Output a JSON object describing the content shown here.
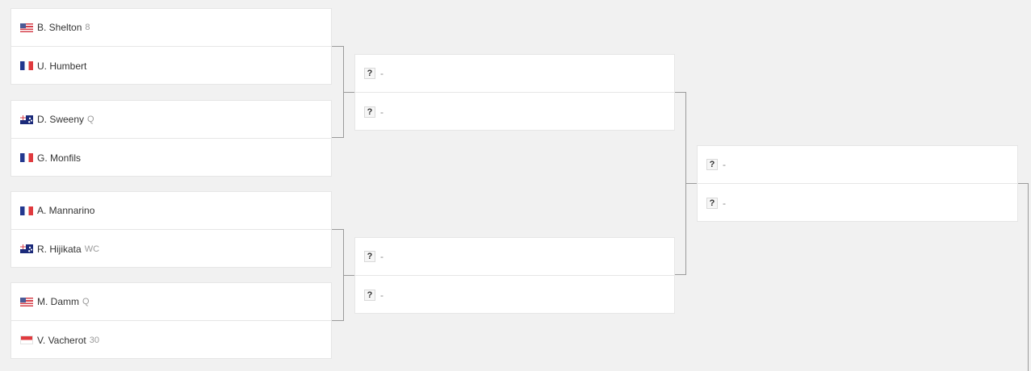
{
  "round1": [
    {
      "top": {
        "flag": "usa-flag",
        "name": "B. Shelton",
        "seed": "8"
      },
      "bottom": {
        "flag": "france-flag",
        "name": "U. Humbert",
        "seed": ""
      }
    },
    {
      "top": {
        "flag": "australia-flag",
        "name": "D. Sweeny",
        "seed": "Q"
      },
      "bottom": {
        "flag": "france-flag",
        "name": "G. Monfils",
        "seed": ""
      }
    },
    {
      "top": {
        "flag": "france-flag",
        "name": "A. Mannarino",
        "seed": ""
      },
      "bottom": {
        "flag": "australia-flag",
        "name": "R. Hijikata",
        "seed": "WC"
      }
    },
    {
      "top": {
        "flag": "usa-flag",
        "name": "M. Damm",
        "seed": "Q"
      },
      "bottom": {
        "flag": "monaco-flag",
        "name": "V. Vacherot",
        "seed": "30"
      }
    }
  ],
  "tbd": {
    "icon": "?",
    "text": "-"
  }
}
